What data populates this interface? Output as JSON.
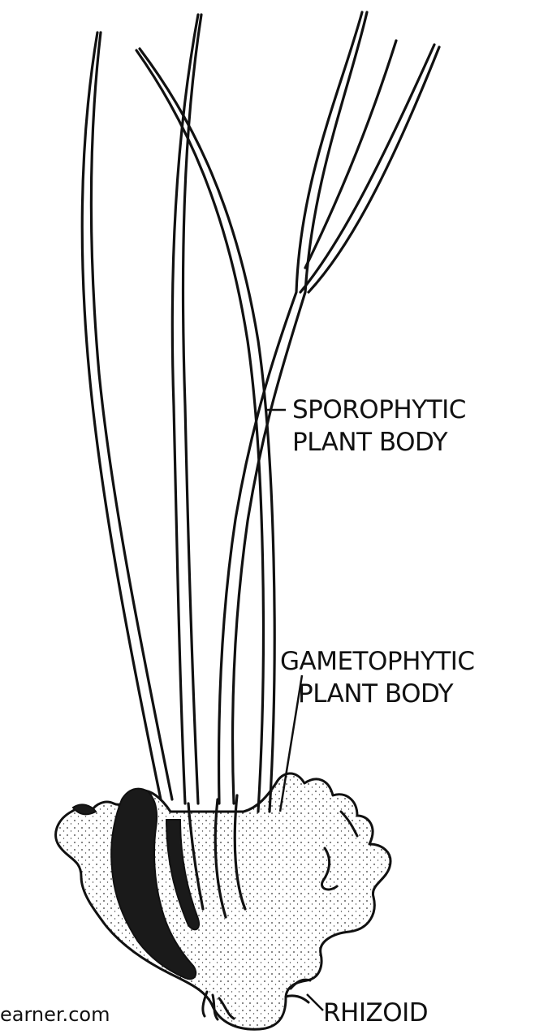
{
  "labels": {
    "sporophytic": [
      "SPOROPHYTIC",
      "PLANT BODY"
    ],
    "gametophytic": [
      "GAMETOPHYTIC",
      "PLANT BODY"
    ],
    "rhizoid": "RHIZOID"
  },
  "watermark": "earner.com",
  "colors": {
    "ink": "#111111",
    "background": "#ffffff"
  }
}
